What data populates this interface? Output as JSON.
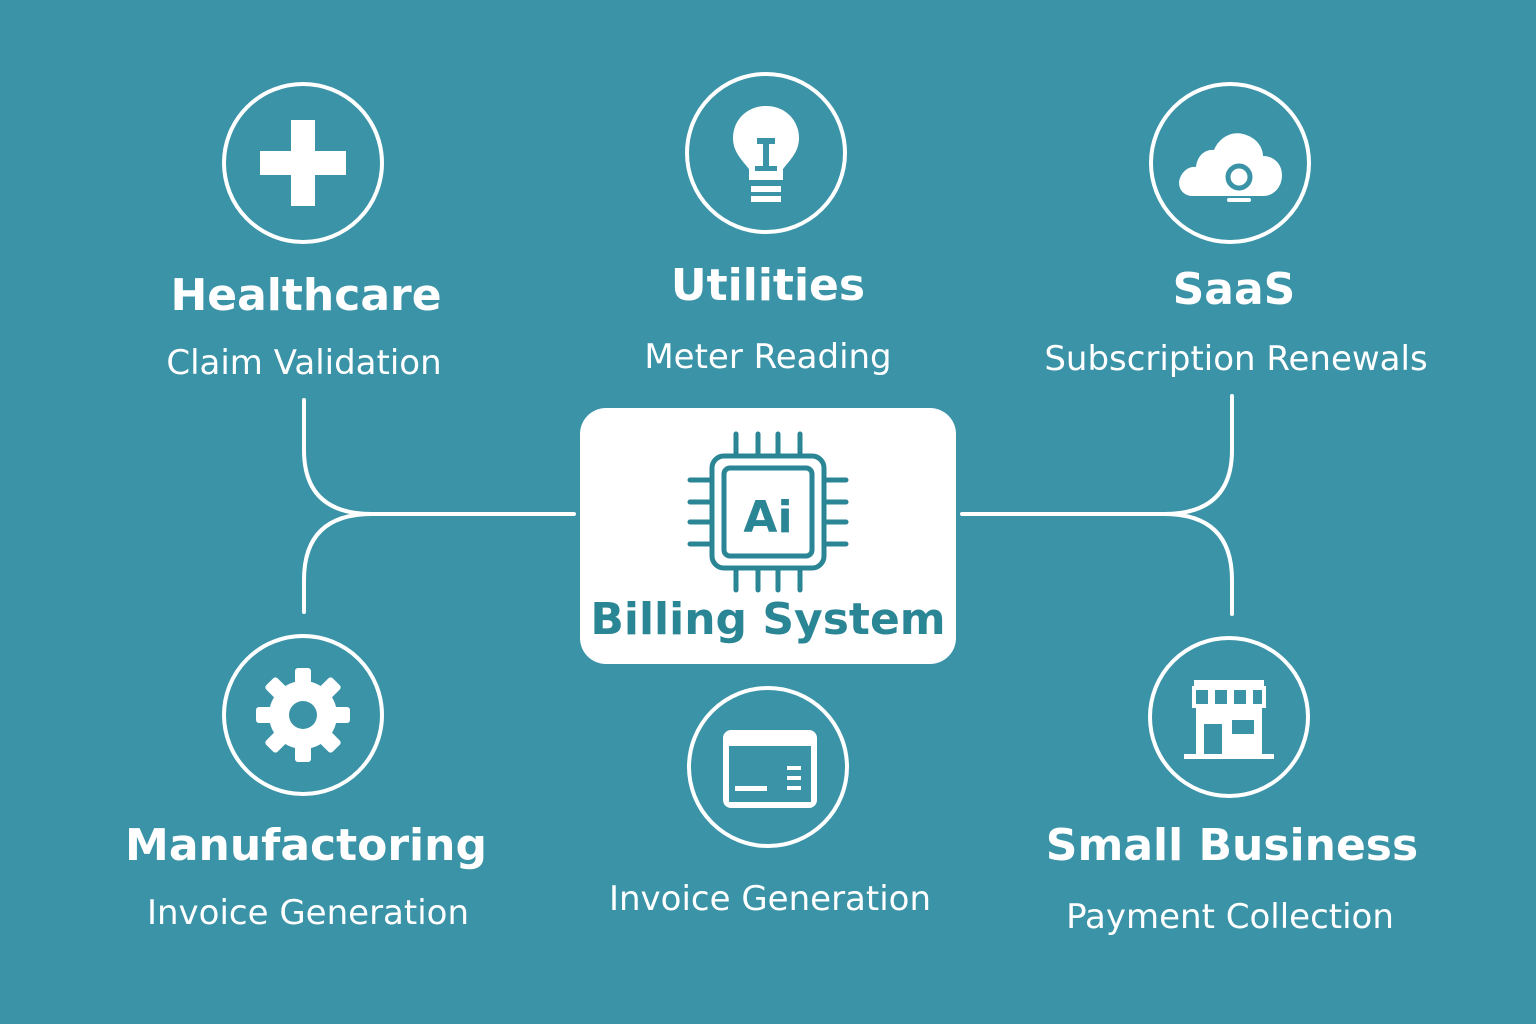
{
  "center": {
    "chip_label": "Ai",
    "label": "Billing System"
  },
  "nodes": [
    {
      "id": "healthcare",
      "title": "Healthcare",
      "subtitle": "Claim Validation",
      "icon": "medical-cross-icon"
    },
    {
      "id": "utilities",
      "title": "Utilities",
      "subtitle": "Meter Reading",
      "icon": "lightbulb-icon"
    },
    {
      "id": "saas",
      "title": "SaaS",
      "subtitle": "Subscription Renewals",
      "icon": "cloud-icon"
    },
    {
      "id": "manufacturing",
      "title": "Manufactoring",
      "subtitle": "Invoice Generation",
      "icon": "gear-icon"
    },
    {
      "id": "invoice",
      "title": "",
      "subtitle": "Invoice Generation",
      "icon": "invoice-card-icon"
    },
    {
      "id": "small-business",
      "title": "Small Business",
      "subtitle": "Payment Collection",
      "icon": "storefront-icon"
    }
  ],
  "colors": {
    "background": "#3A93A6",
    "foreground": "#FFFFFF",
    "accent": "#2A8594"
  }
}
